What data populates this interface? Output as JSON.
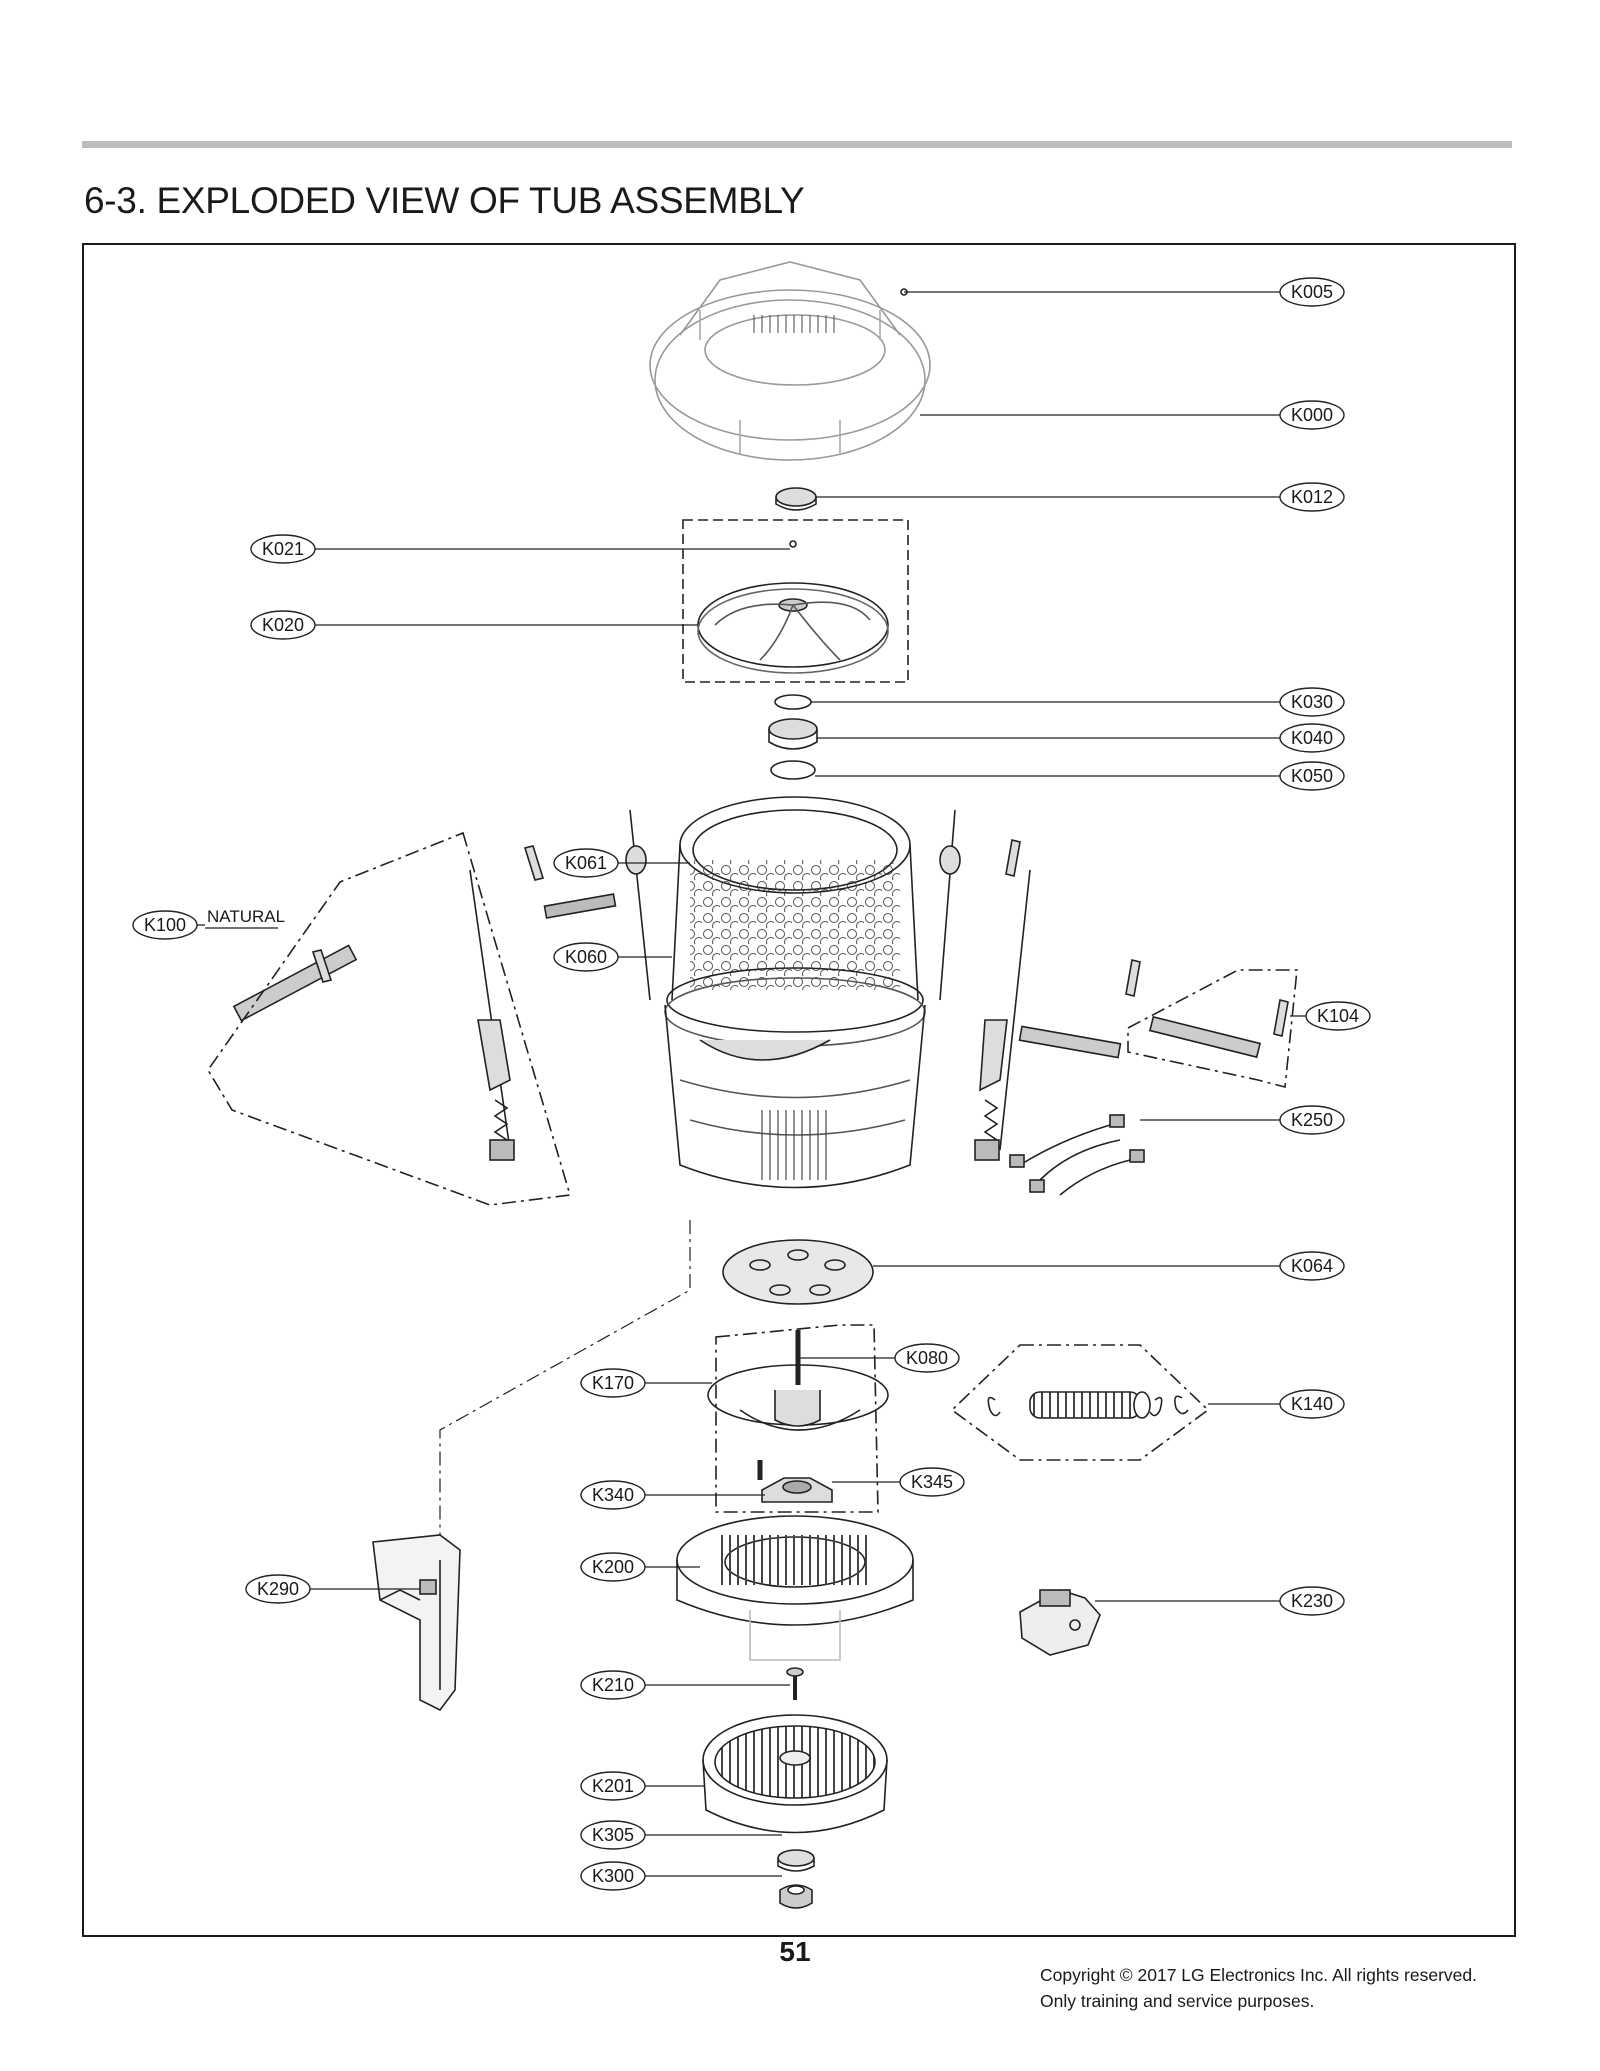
{
  "page": {
    "title": "6-3. EXPLODED VIEW OF TUB ASSEMBLY",
    "page_number": "51",
    "copyright_line1": "Copyright © 2017 LG Electronics  Inc. All rights reserved.",
    "copyright_line2": "Only training and service  purposes."
  },
  "diagram": {
    "natural_label": "NATURAL",
    "callouts": [
      {
        "code": "K005"
      },
      {
        "code": "K000"
      },
      {
        "code": "K012"
      },
      {
        "code": "K021"
      },
      {
        "code": "K020"
      },
      {
        "code": "K030"
      },
      {
        "code": "K040"
      },
      {
        "code": "K050"
      },
      {
        "code": "K061"
      },
      {
        "code": "K100"
      },
      {
        "code": "K060"
      },
      {
        "code": "K104"
      },
      {
        "code": "K250"
      },
      {
        "code": "K064"
      },
      {
        "code": "K080"
      },
      {
        "code": "K170"
      },
      {
        "code": "K140"
      },
      {
        "code": "K340"
      },
      {
        "code": "K345"
      },
      {
        "code": "K200"
      },
      {
        "code": "K290"
      },
      {
        "code": "K230"
      },
      {
        "code": "K210"
      },
      {
        "code": "K201"
      },
      {
        "code": "K305"
      },
      {
        "code": "K300"
      }
    ]
  }
}
